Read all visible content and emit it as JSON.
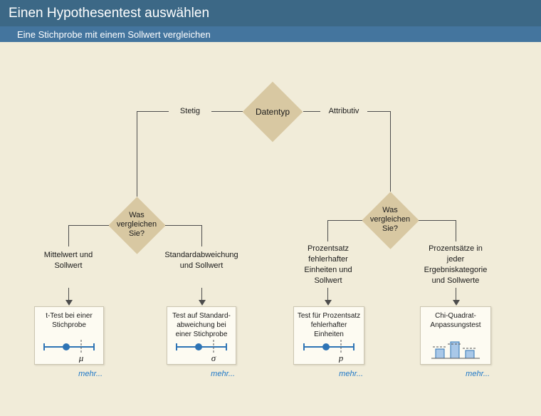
{
  "header": {
    "title": "Einen Hypothesentest auswählen",
    "subtitle": "Eine Stichprobe mit einem Sollwert vergleichen"
  },
  "flowchart": {
    "root_label": "Datentyp",
    "left_branch_label": "Stetig",
    "right_branch_label": "Attributiv",
    "left_decision_label": "Was\nvergleichen\nSie?",
    "right_decision_label": "Was\nvergleichen\nSie?",
    "leaves": [
      {
        "condition": "Mittelwert und\nSollwert",
        "test": "t-Test bei einer\nStichprobe",
        "symbol": "μ",
        "graphic": "number-line",
        "more": "mehr..."
      },
      {
        "condition": "Standardabweichung\nund Sollwert",
        "test": "Test auf Standard-\nabweichung bei\neiner Stichprobe",
        "symbol": "σ",
        "graphic": "number-line",
        "more": "mehr..."
      },
      {
        "condition": "Prozentsatz\nfehlerhafter\nEinheiten und\nSollwert",
        "test": "Test für Prozentsatz\nfehlerhafter\nEinheiten",
        "symbol": "p",
        "graphic": "number-line",
        "more": "mehr..."
      },
      {
        "condition": "Prozentsätze in\njeder\nErgebniskategorie\nund Sollwerte",
        "test": "Chi-Quadrat-\nAnpassungstest",
        "symbol": "",
        "graphic": "bar-chart",
        "more": "mehr..."
      }
    ]
  },
  "colors": {
    "header_top": "#3c6886",
    "header_sub": "#44759e",
    "body_bg": "#f1ecd9",
    "diamond": "#d8c8a2",
    "line": "#4d4d4d",
    "box_bg": "#fdfbf2",
    "box_border": "#ccc6b2",
    "accent_blue": "#2e74b5",
    "link_blue": "#1f78c8"
  }
}
